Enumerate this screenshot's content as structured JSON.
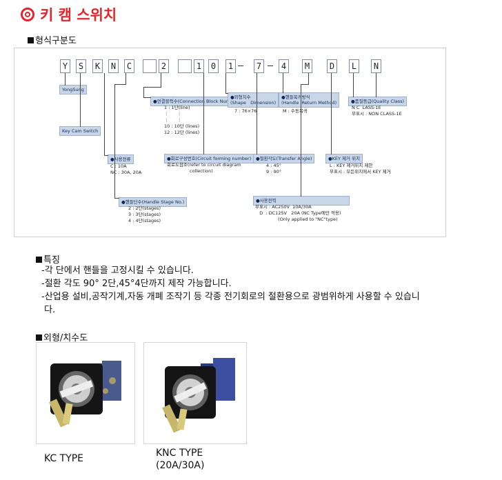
{
  "title": "키 캠 스위치",
  "sections": {
    "model": "형식구분도",
    "features": "특징",
    "dimensions": "외형/치수도"
  },
  "code_chars": [
    "Y",
    "S",
    "K",
    "N",
    "C",
    "",
    "2",
    "",
    "1",
    "0",
    "1",
    "7",
    "4",
    "M",
    "D",
    "L",
    "N"
  ],
  "code_sep": "-",
  "labels": {
    "yongsung": "YongSung",
    "key_cam": "Key Cam Switch",
    "rating": "●사용전류",
    "handle_stages": "●핸들단수(Handle Stage No.)",
    "conn_block": "●연결블럭수(Connection Block Number)",
    "circuit": "●회로구성번호(Circuit forming number)",
    "shape": "●외형치수\n(Shape   Dimension)",
    "return_method": "●핸들복귀방식\n(Handle  Return Method)",
    "transfer_angle": "●절환각도(Transfer Angle)",
    "quality": "●품질등급(Quality Class)",
    "key_removal": "●KEY 제거 위치",
    "usage_voltage": "●사용전력"
  },
  "descs": {
    "rating": "C : 10A\nNC : 30A, 20A",
    "handle_stages": "2 : 2단(stages)\n3 : 3단(stages)\n4 : 4단(stages)",
    "conn_block": "1 : 1단(line)\n⋮      ⋮\n⋮      ⋮\n10 : 10단 (lines)\n12 : 12단 (lines)",
    "circuit": "회로도참조(refer to circuit diagram\n                collection)",
    "shape": "7 : 76×76",
    "return_method": "M : 수동복귀",
    "transfer_angle": "4 : 45°\n9 : 90°",
    "quality": "N C  LASS-1E\n무표시 : NON CLASS-1E",
    "key_removal": "L : KEY 제거위치 제한\n무표시 : 모든위치에서 KEY 제거",
    "usage_voltage": "무표시 : AC250V  10A/30A\n   D  : DC125V   20A (NC Type에만 적용)\n                (Only applied to \"NC\"type)"
  },
  "features": [
    "-각 단에서 핸들을 고정시킬 수 있습니다.",
    "-절환 각도 90° 2단,45°4단까지 제작 가능합니다.",
    "-산업용 설비,공작기계,자동 개폐 조작기 등 각종 전기회로의 절환용으로 광범위하게 사용할 수 있습니",
    "다."
  ],
  "products": [
    {
      "caption": "KC TYPE"
    },
    {
      "caption": "KNC TYPE",
      "caption2": "(20A/30A)"
    }
  ],
  "colors": {
    "title": "#e1252a",
    "label_bg": "#c9d6e8",
    "box_border": "#7e8da5"
  }
}
